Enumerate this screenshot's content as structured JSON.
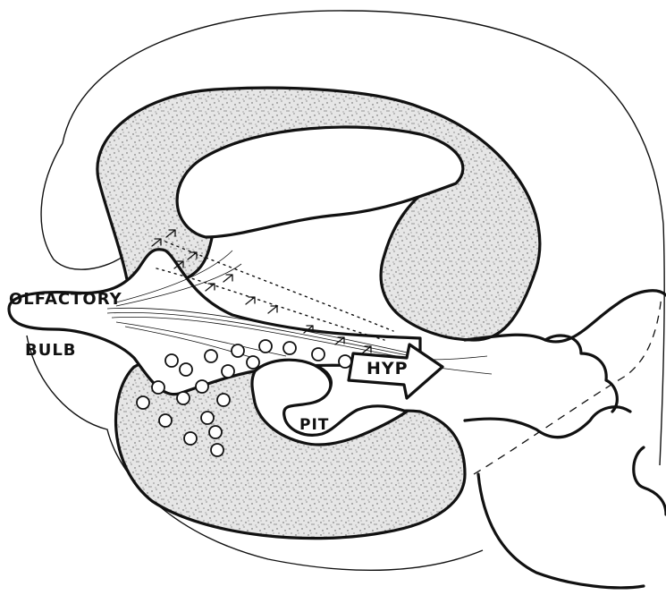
{
  "labels": {
    "olfactory": "OLFACTORY",
    "bulb": "BULB",
    "hyp": "HYP",
    "pit": "PIT"
  },
  "colors": {
    "ink": "#111111",
    "paper": "#ffffff",
    "stipple": "#8a8a8a"
  }
}
